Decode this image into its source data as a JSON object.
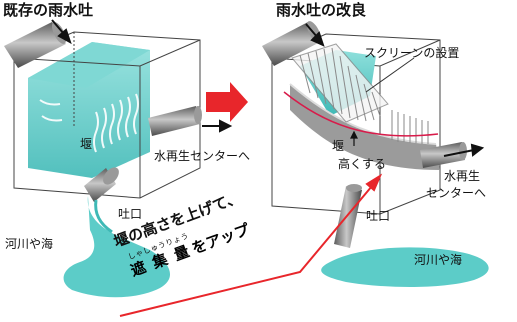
{
  "left_panel": {
    "title": "既存の雨水吐",
    "weir_label": "堰",
    "to_center_label": "水再生センターへ",
    "outlet_label": "吐口",
    "river_label": "河川や海"
  },
  "right_panel": {
    "title": "雨水吐の改良",
    "screen_label": "スクリーンの設置",
    "weir_label": "堰",
    "raise_label": "高くする",
    "to_center_line1": "水再生",
    "to_center_line2": "センターへ",
    "outlet_label": "吐口",
    "river_label": "河川や海"
  },
  "callout": {
    "line1": "堰の高さを上げて、",
    "ruby": "しゃしゅうりょう",
    "word1": "遮",
    "word2": "集",
    "word3": "量",
    "suffix": "をアップ"
  },
  "colors": {
    "water": "#5cccc8",
    "water_dark": "#2fa8a6",
    "pipe": "#8a8a8a",
    "arrow_red": "#e8262b",
    "accent_line": "#d81b4a"
  }
}
